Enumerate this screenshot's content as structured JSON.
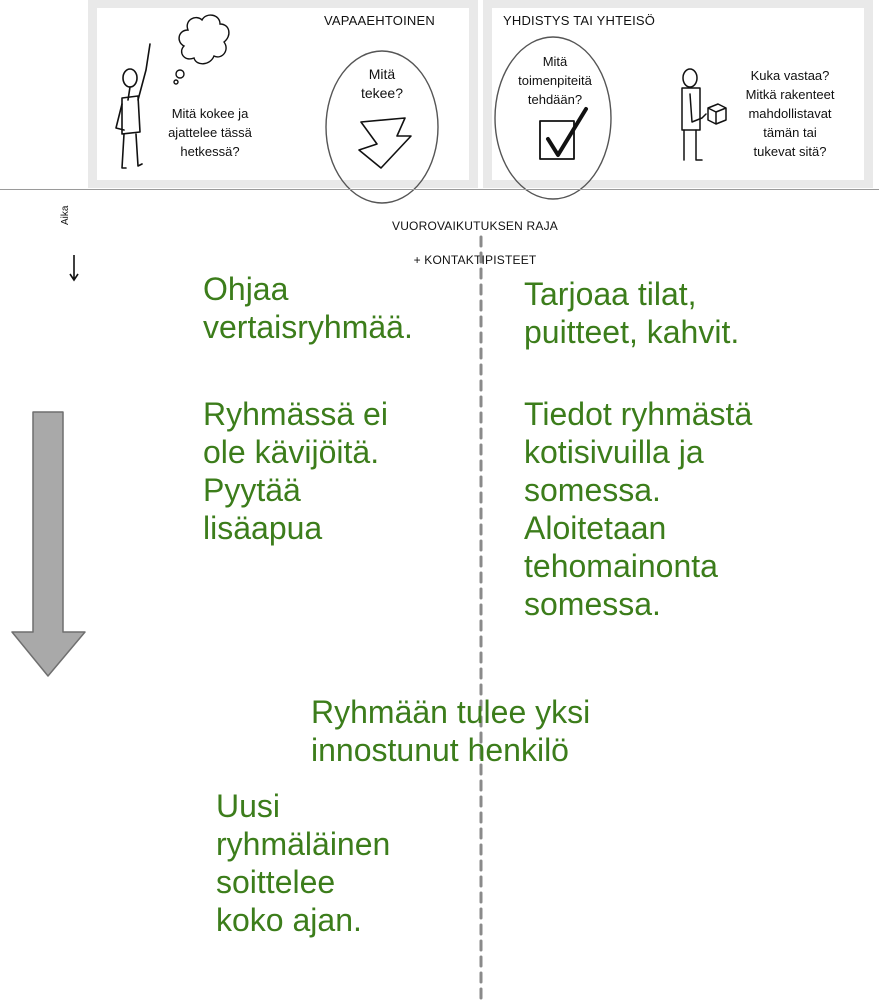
{
  "header": {
    "left_title": "VAPAAEHTOINEN",
    "right_title": "YHDISTYS TAI YHTEISÖ",
    "volunteer_thinks": "Mitä kokee ja\najattelee tässä\nhetkessä?",
    "volunteer_does": "Mitä\ntekee?",
    "org_actions": "Mitä\ntoimenpiteitä\ntehdään?",
    "org_responsible": "Kuka vastaa?\nMitkä rakenteet\nmahdollistavat\ntämän tai\ntukevat sitä?"
  },
  "boundary": {
    "line1": "VUOROVAIKUTUKSEN RAJA",
    "line2": "+ KONTAKTIPISTEET"
  },
  "time_label": "Aika",
  "notes": {
    "n1": "Ohjaa\nvertaisryhmää.",
    "n2": "Tarjoaa tilat,\npuitteet, kahvit.",
    "n3": "Ryhmässä ei\nole kävijöitä.\nPyytää\nlisäapua",
    "n4": "Tiedot ryhmästä\nkotisivuilla ja\nsomessa.\nAloitetaan\ntehomainonta\nsomessa.",
    "n5": "Ryhmään tulee yksi\ninnostunut henkilö",
    "n6": "Uusi\nryhmäläinen\nsoittelee\nkoko ajan."
  },
  "colors": {
    "note_text": "#3c7d1b",
    "panel_border": "#e9e9e9",
    "arrow_fill": "#a9a9a9",
    "arrow_stroke": "#6f6f6f"
  },
  "icons": [
    "person-thinking-icon",
    "thought-cloud-icon",
    "arrow-down-icon",
    "checkbox-check-icon",
    "person-with-box-icon"
  ]
}
